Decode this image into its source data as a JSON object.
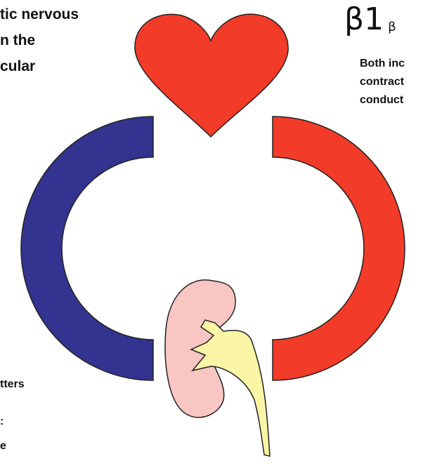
{
  "title_lines": [
    "tic nervous",
    "n the",
    "cular"
  ],
  "beta_label": {
    "symbol": "β1",
    "suffix": "β"
  },
  "description_lines": [
    "Both inc",
    "contract",
    "conduct"
  ],
  "bottom_left_lines": [
    "tters",
    ":",
    "e"
  ],
  "colors": {
    "heart": "#f23b28",
    "venous_arc": "#33348f",
    "arterial_arc": "#f23b28",
    "kidney": "#f8c6c3",
    "ureter": "#fbf5a6",
    "outline": "#222222"
  },
  "icons": [
    "heart-icon",
    "kidney-icon"
  ]
}
